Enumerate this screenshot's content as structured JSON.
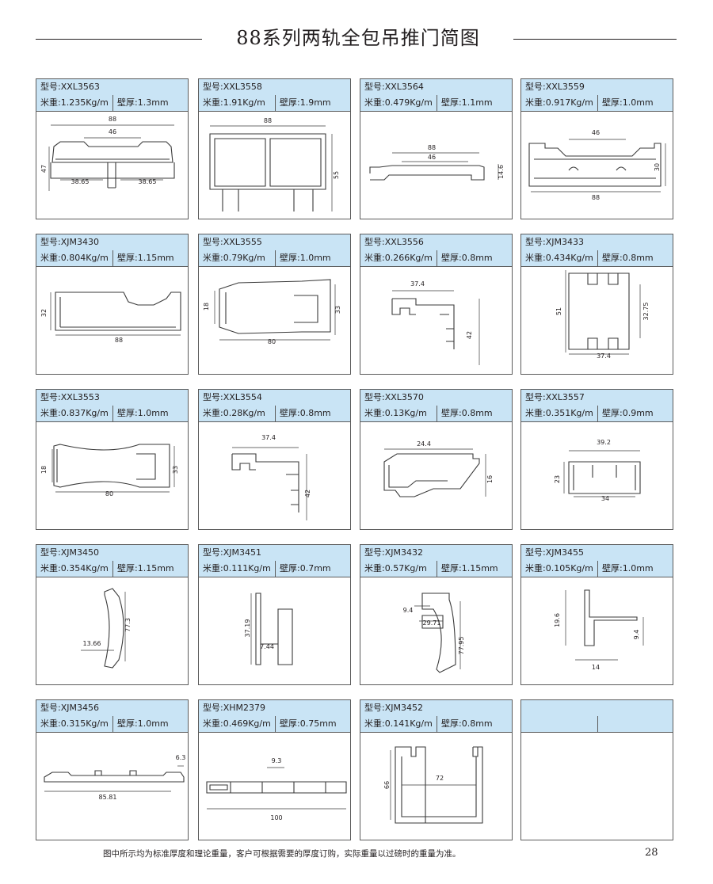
{
  "title": "88系列两轨全包吊推门简图",
  "footnote": "图中所示均为标准厚度和理论重量，客户可根据需要的厚度订购，实际重量以过磅时的重量为准。",
  "page_number": "28",
  "labels": {
    "model": "型号:",
    "weight": "米重:",
    "thickness": "壁厚:"
  },
  "cards": [
    {
      "model": "XXL3563",
      "weight": "1.235Kg/m",
      "thickness": "1.3mm",
      "dims": [
        "88",
        "46",
        "47",
        "38.65",
        "38.65"
      ]
    },
    {
      "model": "XXL3558",
      "weight": "1.91Kg/m",
      "thickness": "1.9mm",
      "dims": [
        "88",
        "55"
      ]
    },
    {
      "model": "XXL3564",
      "weight": "0.479Kg/m",
      "thickness": "1.1mm",
      "dims": [
        "88",
        "46",
        "14.6"
      ]
    },
    {
      "model": "XXL3559",
      "weight": "0.917Kg/m",
      "thickness": "1.0mm",
      "dims": [
        "46",
        "30",
        "88"
      ]
    },
    {
      "model": "XJM3430",
      "weight": "0.804Kg/m",
      "thickness": "1.15mm",
      "dims": [
        "32",
        "88"
      ]
    },
    {
      "model": "XXL3555",
      "weight": "0.79Kg/m",
      "thickness": "1.0mm",
      "dims": [
        "18",
        "33",
        "80"
      ]
    },
    {
      "model": "XXL3556",
      "weight": "0.266Kg/m",
      "thickness": "0.8mm",
      "dims": [
        "37.4",
        "42"
      ]
    },
    {
      "model": "XJM3433",
      "weight": "0.434Kg/m",
      "thickness": "0.8mm",
      "dims": [
        "51",
        "32.75",
        "37.4"
      ]
    },
    {
      "model": "XXL3553",
      "weight": "0.837Kg/m",
      "thickness": "1.0mm",
      "dims": [
        "18",
        "33",
        "80"
      ]
    },
    {
      "model": "XXL3554",
      "weight": "0.28Kg/m",
      "thickness": "0.8mm",
      "dims": [
        "37.4",
        "42"
      ]
    },
    {
      "model": "XXL3570",
      "weight": "0.13Kg/m",
      "thickness": "0.8mm",
      "dims": [
        "24.4",
        "16"
      ]
    },
    {
      "model": "XXL3557",
      "weight": "0.351Kg/m",
      "thickness": "0.9mm",
      "dims": [
        "39.2",
        "23",
        "34"
      ]
    },
    {
      "model": "XJM3450",
      "weight": "0.354Kg/m",
      "thickness": "1.15mm",
      "dims": [
        "77.3",
        "13.66"
      ]
    },
    {
      "model": "XJM3451",
      "weight": "0.111Kg/m",
      "thickness": "0.7mm",
      "dims": [
        "37.19",
        "7.44"
      ]
    },
    {
      "model": "XJM3432",
      "weight": "0.57Kg/m",
      "thickness": "1.15mm",
      "dims": [
        "9.4",
        "29.71",
        "77.95"
      ]
    },
    {
      "model": "XJM3455",
      "weight": "0.105Kg/m",
      "thickness": "1.0mm",
      "dims": [
        "19.6",
        "9.4",
        "14"
      ]
    },
    {
      "model": "XJM3456",
      "weight": "0.315Kg/m",
      "thickness": "1.0mm",
      "dims": [
        "6.3",
        "85.81"
      ]
    },
    {
      "model": "XHM2379",
      "weight": "0.469Kg/m",
      "thickness": "0.75mm",
      "dims": [
        "9.3",
        "100"
      ]
    },
    {
      "model": "XJM3452",
      "weight": "0.141Kg/m",
      "thickness": "0.8mm",
      "dims": [
        "66",
        "72"
      ]
    }
  ]
}
